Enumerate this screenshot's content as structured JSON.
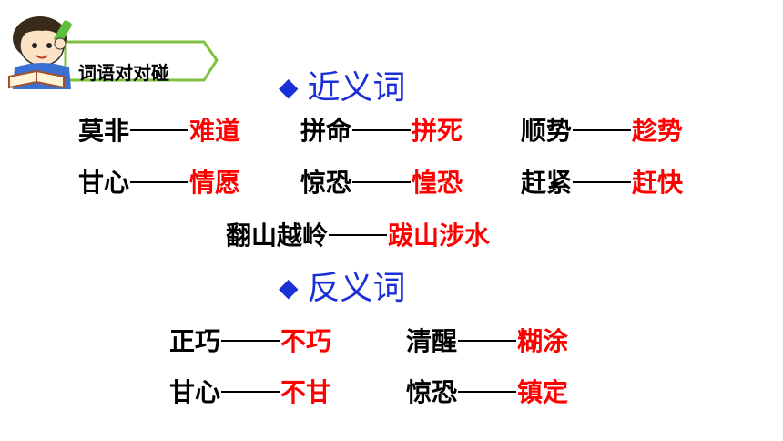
{
  "badge": {
    "label": "词语对对碰",
    "illustration": "boy-reading-icon"
  },
  "synonyms": {
    "title": "近义词",
    "pairs": [
      {
        "word": "莫非",
        "answer": "难道"
      },
      {
        "word": "拼命",
        "answer": "拼死"
      },
      {
        "word": "顺势",
        "answer": "趁势"
      },
      {
        "word": "甘心",
        "answer": "情愿"
      },
      {
        "word": "惊恐",
        "answer": "惶恐"
      },
      {
        "word": "赶紧",
        "answer": "赶快"
      },
      {
        "word": "翻山越岭",
        "answer": "跋山涉水"
      }
    ]
  },
  "antonyms": {
    "title": "反义词",
    "pairs": [
      {
        "word": "正巧",
        "answer": "不巧"
      },
      {
        "word": "清醒",
        "answer": "糊涂"
      },
      {
        "word": "甘心",
        "answer": "不甘"
      },
      {
        "word": "惊恐",
        "answer": "镇定"
      }
    ]
  },
  "colors": {
    "title": "#1a2fd6",
    "answer": "#ff0000",
    "badge_border": "#7fc241"
  }
}
